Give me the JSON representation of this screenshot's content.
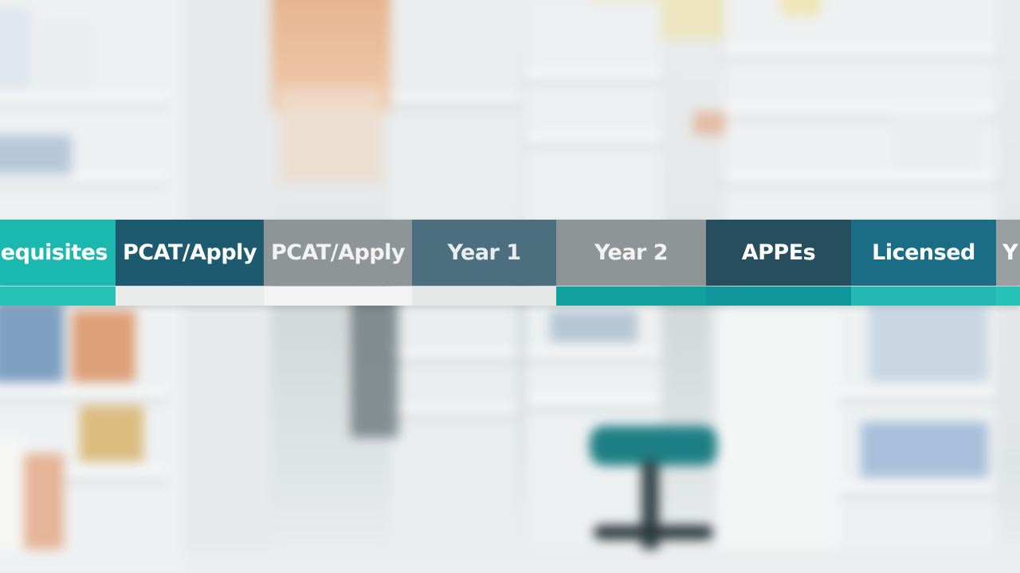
{
  "timeline": {
    "segments": [
      {
        "label": "equisites",
        "box_color": "#1bb8b0",
        "bar_color": "#26c2b6"
      },
      {
        "label": "PCAT/Apply",
        "box_color": "#1d5a70",
        "bar_color": "#e9eaea"
      },
      {
        "label": "PCAT/Apply",
        "box_color": "#8f9497",
        "bar_color": "#f3f3f3"
      },
      {
        "label": "Year 1",
        "box_color": "#4c6f7f",
        "bar_color": "#e6e7e7"
      },
      {
        "label": "Year 2",
        "box_color": "#8f9497",
        "bar_color": "#11a19f"
      },
      {
        "label": "APPEs",
        "box_color": "#274e5f",
        "bar_color": "#0f969a"
      },
      {
        "label": "Licensed",
        "box_color": "#1a6d85",
        "bar_color": "#23b9b2"
      },
      {
        "label": "Y",
        "box_color": "#9a9fa2",
        "bar_color": "#26c2b6"
      }
    ]
  }
}
